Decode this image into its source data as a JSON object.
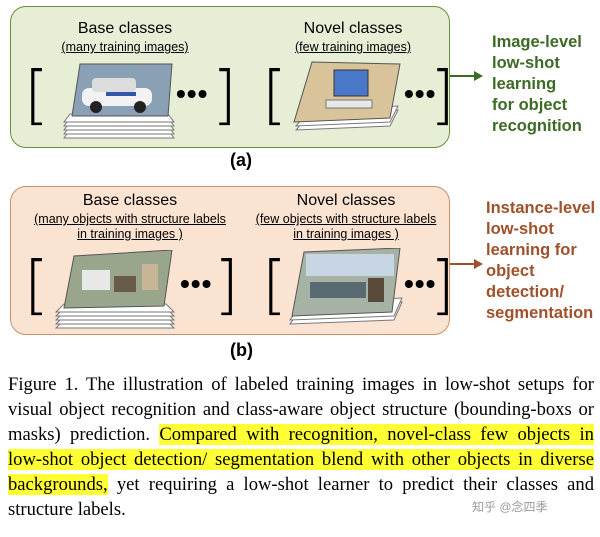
{
  "panel_a": {
    "base_title": "Base classes",
    "base_sub": "(many training images)",
    "novel_title": "Novel classes",
    "novel_sub": "(few training images)",
    "dots": "•••",
    "side_lines": [
      "Image-level",
      "low-shot",
      "learning",
      "for object",
      "recognition"
    ],
    "label": "(a)"
  },
  "panel_b": {
    "base_title": "Base classes",
    "base_sub_1": "(many objects with structure labels",
    "base_sub_2": "in training images )",
    "novel_title": "Novel classes",
    "novel_sub_1": "(few objects with structure labels",
    "novel_sub_2": "in training images )",
    "dots": "•••",
    "side_lines": [
      "Instance-level",
      "low-shot",
      "learning for",
      "object",
      "detection/",
      "segmentation"
    ],
    "label": "(b)"
  },
  "caption": {
    "part1": "Figure 1. The illustration of labeled training images in low-shot setups for visual object recognition and class-aware object structure (bounding-boxs or masks) prediction. ",
    "highlight": "Compared with recognition, novel-class few objects in low-shot object detection/ segmentation blend with other objects in diverse backgrounds,",
    "part2": " yet requiring a low-shot learner to predict their classes and structure labels."
  },
  "watermark": "知乎 @念四季",
  "colors": {
    "panel_a_fill": "#e6efd6",
    "panel_b_fill": "#fbe3d2",
    "side_a": "#3b6b25",
    "side_b": "#a0502a",
    "highlight": "#ffff33"
  }
}
